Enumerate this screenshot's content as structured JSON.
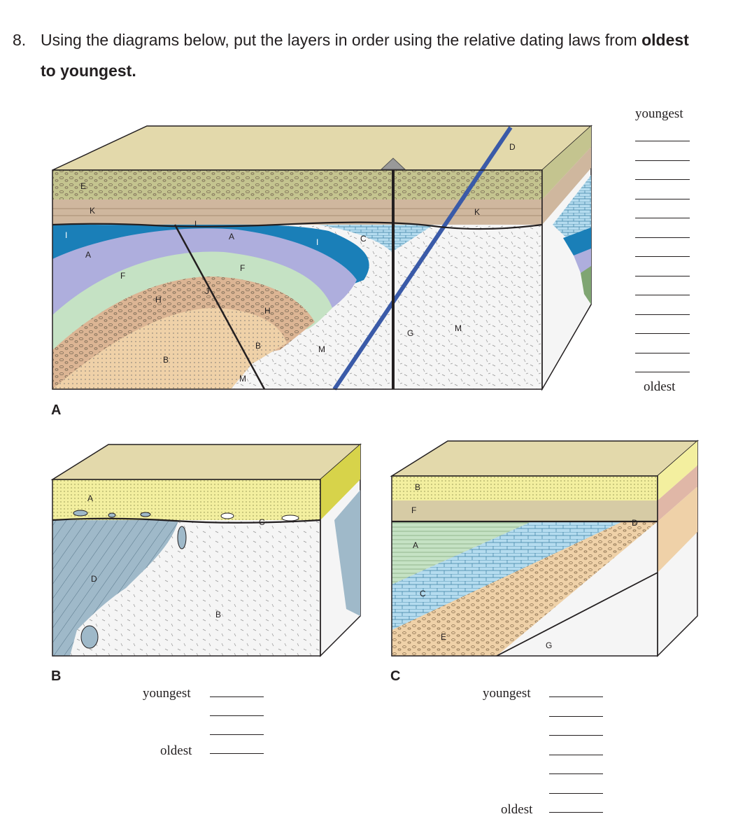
{
  "question": {
    "number": "8.",
    "text_before_bold": "Using the diagrams below, put the layers in order using the relative dating laws from ",
    "bold_word": "oldest",
    "line2": "to youngest."
  },
  "diagram_a": {
    "panel_label": "A",
    "layer_labels": [
      "E",
      "K",
      "K",
      "L",
      "I",
      "I",
      "A",
      "A",
      "F",
      "F",
      "H",
      "H",
      "J",
      "B",
      "B",
      "M",
      "M",
      "M",
      "C",
      "G",
      "D"
    ],
    "answer_key": {
      "youngest": "youngest",
      "oldest": "oldest"
    },
    "blank_count": 13
  },
  "diagram_b": {
    "panel_label": "B",
    "layer_labels": [
      "A",
      "C",
      "D",
      "B"
    ],
    "answer_key": {
      "youngest": "youngest",
      "oldest": "oldest"
    },
    "blank_count": 4
  },
  "diagram_c": {
    "panel_label": "C",
    "layer_labels": [
      "B",
      "F",
      "D",
      "A",
      "C",
      "E",
      "G"
    ],
    "answer_key": {
      "youngest": "youngest",
      "oldest": "oldest"
    },
    "blank_count": 7
  },
  "colors": {
    "top_surface": "#e3d9ab",
    "conglomerate_green": "#c4c48f",
    "brown_band": "#cfb79e",
    "purple": "#aeaedd",
    "dark_blue": "#1a7fb8",
    "light_blue": "#b5dcef",
    "green": "#c5e2c4",
    "pebbly_tan": "#dcb594",
    "sand_tan": "#efd1a8",
    "granite_white": "#f5f5f5",
    "sandstone_yellow": "#f3ef9f",
    "slate_blue": "#9fb9c9",
    "dike_blue": "#3a5aa8"
  }
}
